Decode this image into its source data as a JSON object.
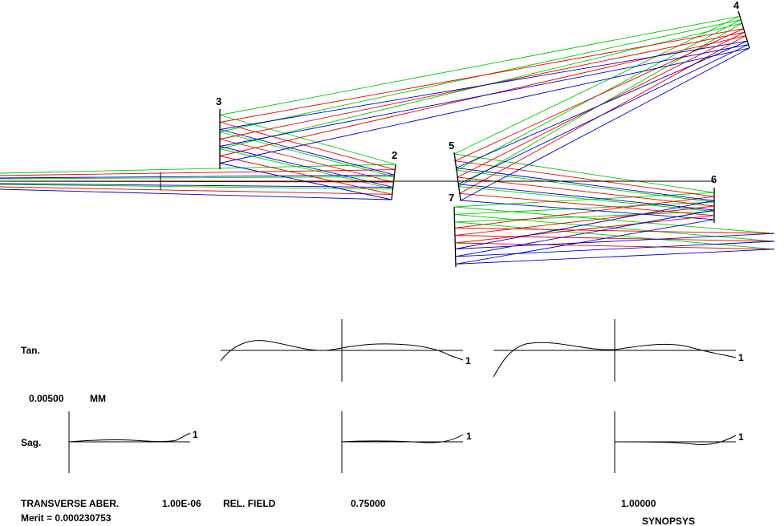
{
  "surface_labels": [
    "2",
    "3",
    "4",
    "5",
    "6",
    "7"
  ],
  "ray_colors": {
    "green": "#00cc00",
    "red": "#ee0000",
    "blue": "#0000cc"
  },
  "plot_labels": {
    "tan": "Tan.",
    "sag": "Sag."
  },
  "scale": {
    "value": "0.00500",
    "unit": "MM"
  },
  "curve_label": "1",
  "footer": {
    "title": "TRANSVERSE ABER.",
    "wavelength": "1.00E-06",
    "rel_field_label": "REL. FIELD",
    "field_1": "0.75000",
    "field_2": "1.00000",
    "merit": "Merit = 0.000230753",
    "brand": "SYNOPSYS"
  }
}
